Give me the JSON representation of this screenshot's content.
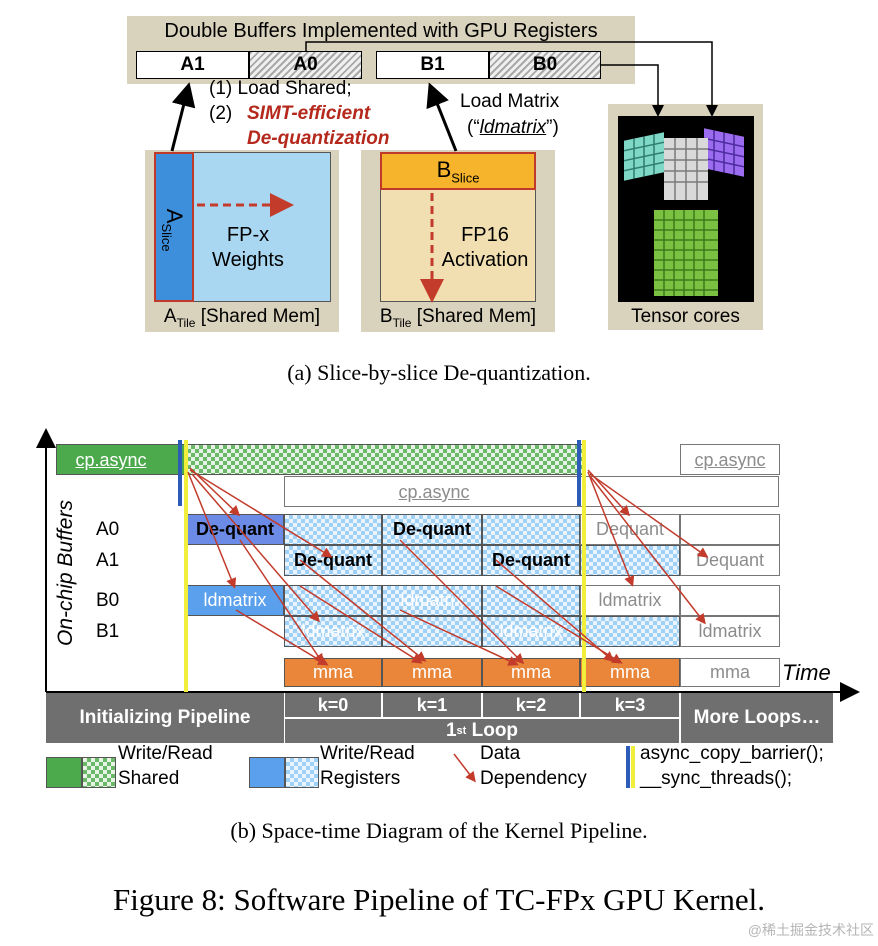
{
  "top": {
    "title": "Double Buffers Implemented with GPU Registers",
    "buffers": [
      "A1",
      "A0",
      "B1",
      "B0"
    ],
    "step1": "(1)  Load Shared;",
    "step2_num": "(2)",
    "step2_a": "SIMT-efficient",
    "step2_b": "De-quantization",
    "load_matrix": "Load Matrix",
    "ldmatrix_open": "(“",
    "ldmatrix_word": "ldmatrix",
    "ldmatrix_close": "”)",
    "a_slice_main": "A",
    "a_slice_sub": "Slice",
    "weights_1": "FP-x",
    "weights_2": "Weights",
    "a_tile_main": "A",
    "a_tile_sub": "Tile",
    "a_tile_rest": "[Shared Mem]",
    "b_slice_main": "B",
    "b_slice_sub": "Slice",
    "act_1": "FP16",
    "act_2": "Activation",
    "b_tile_main": "B",
    "b_tile_sub": "Tile",
    "b_tile_rest": "[Shared Mem]",
    "tensor_cores": "Tensor cores",
    "caption_a": "(a) Slice-by-slice De-quantization."
  },
  "pipeline": {
    "y_axis": "On-chip Buffers",
    "time_label": "Time",
    "row_labels": [
      "A0",
      "A1",
      "B0",
      "B1"
    ],
    "cp_async": "cp.async",
    "de_quant": "De-quant",
    "dequant_faded": "Dequant",
    "ldmatrix": "ldmatrix",
    "mma": "mma",
    "init": "Initializing Pipeline",
    "iterations": [
      "k=0",
      "k=1",
      "k=2",
      "k=3"
    ],
    "loop_main": "1",
    "loop_sup": "st",
    "loop_rest": " Loop",
    "more": "More Loops…",
    "caption_b": "(b) Space-time Diagram of the Kernel Pipeline."
  },
  "legend": {
    "shared_1": "Write/Read",
    "shared_2": "Shared",
    "registers_1": "Write/Read",
    "registers_2": "Registers",
    "dep_1": "Data",
    "dep_2": "Dependency",
    "barrier_1": "async_copy_barrier();",
    "barrier_2": "__sync_threads();"
  },
  "figure_title": "Figure 8: Software Pipeline of TC-FPx GPU Kernel.",
  "watermark": "@稀土掘金技术社区",
  "colors": {
    "panel_tan": "#d9d2bc",
    "a_tile": "#a9d7f1",
    "a_slice": "#3d8fdc",
    "b_tile": "#f2dfb1",
    "b_slice": "#f5b42b",
    "dequant_blue": "#6b8be6",
    "ldmatrix_blue": "#5aa0ec",
    "shared_green": "#4caa4c",
    "mma_orange": "#e9863a",
    "arrow_red": "#c23b2b",
    "barrier_yellow": "#f2ee3c",
    "barrier_blue": "#2d5cb8",
    "bar_gray": "#6f6f6f"
  }
}
